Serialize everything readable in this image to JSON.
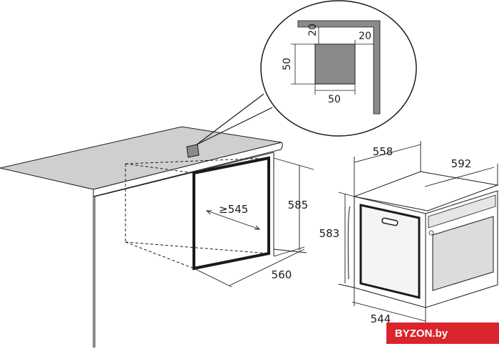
{
  "detail": {
    "top_gap": "20",
    "side_gap": "20",
    "cutout_height": "50",
    "cutout_width": "50"
  },
  "niche": {
    "min_depth": "≥545",
    "height": "585",
    "width": "560"
  },
  "oven": {
    "body_width": "558",
    "front_width": "592",
    "height": "583",
    "depth": "544"
  },
  "watermark": {
    "text": "BYZON.by",
    "background": "#d9252b"
  },
  "colors": {
    "countertop": "#cfcfcf",
    "detail_square": "#8a8a8a",
    "line": "#1a1a1a"
  }
}
